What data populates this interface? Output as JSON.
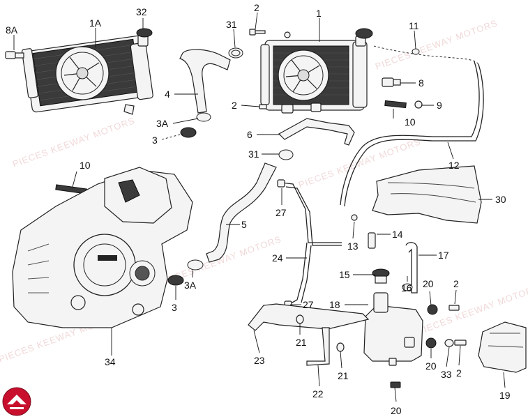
{
  "callouts": [
    {
      "id": "8A",
      "text": "8A"
    },
    {
      "id": "1A",
      "text": "1A"
    },
    {
      "id": "32",
      "text": "32"
    },
    {
      "id": "31a",
      "text": "31"
    },
    {
      "id": "2a",
      "text": "2"
    },
    {
      "id": "1",
      "text": "1"
    },
    {
      "id": "11",
      "text": "11"
    },
    {
      "id": "4",
      "text": "4"
    },
    {
      "id": "8",
      "text": "8"
    },
    {
      "id": "2b",
      "text": "2"
    },
    {
      "id": "9",
      "text": "9"
    },
    {
      "id": "10a",
      "text": "10"
    },
    {
      "id": "3Aa",
      "text": "3A"
    },
    {
      "id": "6",
      "text": "6"
    },
    {
      "id": "3a",
      "text": "3"
    },
    {
      "id": "12",
      "text": "12"
    },
    {
      "id": "31b",
      "text": "31"
    },
    {
      "id": "10b",
      "text": "10"
    },
    {
      "id": "30",
      "text": "30"
    },
    {
      "id": "27a",
      "text": "27"
    },
    {
      "id": "5",
      "text": "5"
    },
    {
      "id": "14",
      "text": "14"
    },
    {
      "id": "13",
      "text": "13"
    },
    {
      "id": "17",
      "text": "17"
    },
    {
      "id": "24",
      "text": "24"
    },
    {
      "id": "15",
      "text": "15"
    },
    {
      "id": "16",
      "text": "16"
    },
    {
      "id": "20a",
      "text": "20"
    },
    {
      "id": "2c",
      "text": "2"
    },
    {
      "id": "3b",
      "text": "3"
    },
    {
      "id": "3Ab",
      "text": "3A"
    },
    {
      "id": "27b",
      "text": "27"
    },
    {
      "id": "18",
      "text": "18"
    },
    {
      "id": "21a",
      "text": "21"
    },
    {
      "id": "34",
      "text": "34"
    },
    {
      "id": "23",
      "text": "23"
    },
    {
      "id": "21b",
      "text": "21"
    },
    {
      "id": "20b",
      "text": "20"
    },
    {
      "id": "33",
      "text": "33"
    },
    {
      "id": "2d",
      "text": "2"
    },
    {
      "id": "19",
      "text": "19"
    },
    {
      "id": "22",
      "text": "22"
    },
    {
      "id": "20c",
      "text": "20"
    }
  ],
  "watermark": {
    "text": "PIECES KEEWAY MOTORS"
  },
  "colors": {
    "line": "#222222",
    "watermark": "#e6b9b9",
    "logo": "#c8102e"
  }
}
